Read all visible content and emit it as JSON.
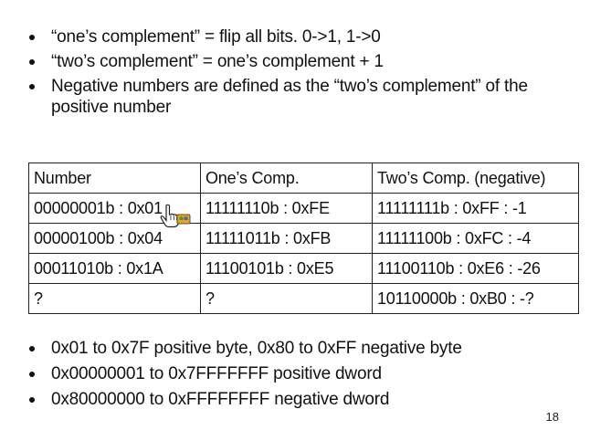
{
  "top_bullets": [
    "“one’s complement” = flip all bits. 0->1, 1->0",
    "“two’s complement” = one’s complement + 1",
    "Negative numbers are defined as the “two’s complement” of the positive number"
  ],
  "table": {
    "headers": [
      "Number",
      "One’s Comp.",
      "Two’s Comp. (negative)"
    ],
    "rows": [
      [
        "00000001b : 0x01",
        "11111110b : 0xFE",
        "11111111b : 0xFF : -1"
      ],
      [
        "00000100b : 0x04",
        "11111011b : 0xFB",
        "11111100b : 0xFC : -4"
      ],
      [
        "00011010b : 0x1A",
        "11100101b : 0xE5",
        "11100110b : 0xE6 : -26"
      ],
      [
        "?",
        "?",
        "10110000b : 0xB0 : -?"
      ]
    ]
  },
  "bottom_bullets": [
    "0x01 to 0x7F positive byte, 0x80 to 0xFF negative byte",
    "0x00000001 to 0x7FFFFFFF positive dword",
    "0x80000000 to 0xFFFFFFFF negative dword"
  ],
  "page_number": "18",
  "cursor_icon": "hand-pointer-icon"
}
